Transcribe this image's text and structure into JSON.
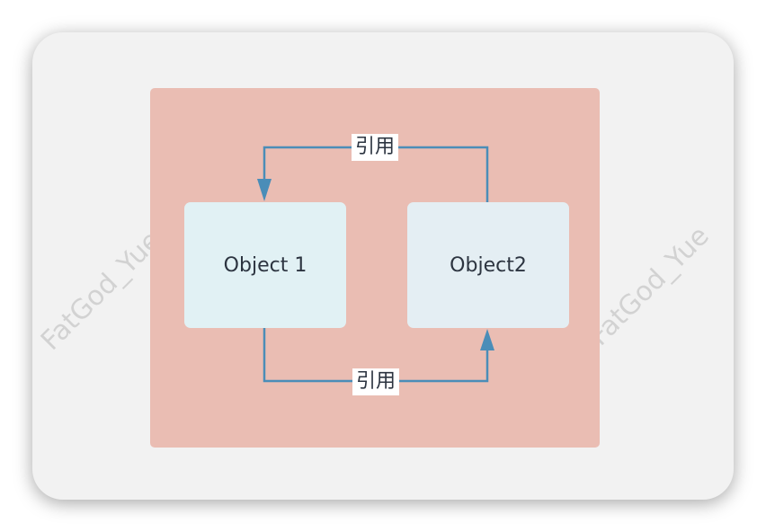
{
  "diagram": {
    "watermark_text": "FatGod_Yue",
    "nodes": [
      {
        "id": "object1",
        "label": "Object 1",
        "fill": "#e1f1f4"
      },
      {
        "id": "object2",
        "label": "Object2",
        "fill": "#e4eef3"
      }
    ],
    "edges": [
      {
        "from": "object2",
        "to": "object1",
        "label": "引用"
      },
      {
        "from": "object1",
        "to": "object2",
        "label": "引用"
      }
    ],
    "colors": {
      "background_card": "#f2f2f2",
      "panel": "#eabdb3",
      "edge": "#4a8db8"
    }
  }
}
